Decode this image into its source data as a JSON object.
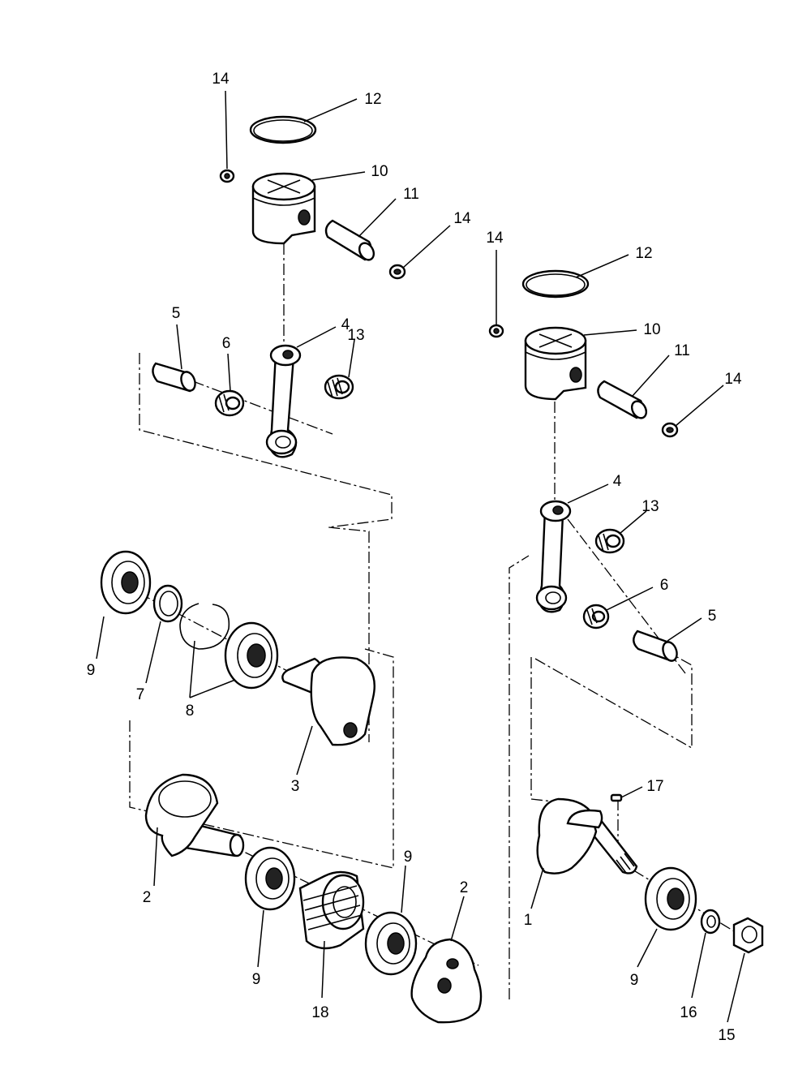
{
  "callouts": [
    {
      "id": "c14a",
      "text": "14"
    },
    {
      "id": "c12a",
      "text": "12"
    },
    {
      "id": "c10a",
      "text": "10"
    },
    {
      "id": "c11a",
      "text": "11"
    },
    {
      "id": "c14b",
      "text": "14"
    },
    {
      "id": "c14c",
      "text": "14"
    },
    {
      "id": "c12b",
      "text": "12"
    },
    {
      "id": "c10b",
      "text": "10"
    },
    {
      "id": "c11b",
      "text": "11"
    },
    {
      "id": "c14d",
      "text": "14"
    },
    {
      "id": "c5a",
      "text": "5"
    },
    {
      "id": "c6a",
      "text": "6"
    },
    {
      "id": "c4a",
      "text": "4"
    },
    {
      "id": "c13a",
      "text": "13"
    },
    {
      "id": "c4b",
      "text": "4"
    },
    {
      "id": "c13b",
      "text": "13"
    },
    {
      "id": "c6b",
      "text": "6"
    },
    {
      "id": "c5b",
      "text": "5"
    },
    {
      "id": "c9a",
      "text": "9"
    },
    {
      "id": "c7",
      "text": "7"
    },
    {
      "id": "c8",
      "text": "8"
    },
    {
      "id": "c3",
      "text": "3"
    },
    {
      "id": "c17",
      "text": "17"
    },
    {
      "id": "c2a",
      "text": "2"
    },
    {
      "id": "c9b",
      "text": "9"
    },
    {
      "id": "c2b",
      "text": "2"
    },
    {
      "id": "c1",
      "text": "1"
    },
    {
      "id": "c9c",
      "text": "9"
    },
    {
      "id": "c18",
      "text": "18"
    },
    {
      "id": "c9d",
      "text": "9"
    },
    {
      "id": "c16",
      "text": "16"
    },
    {
      "id": "c15",
      "text": "15"
    }
  ]
}
